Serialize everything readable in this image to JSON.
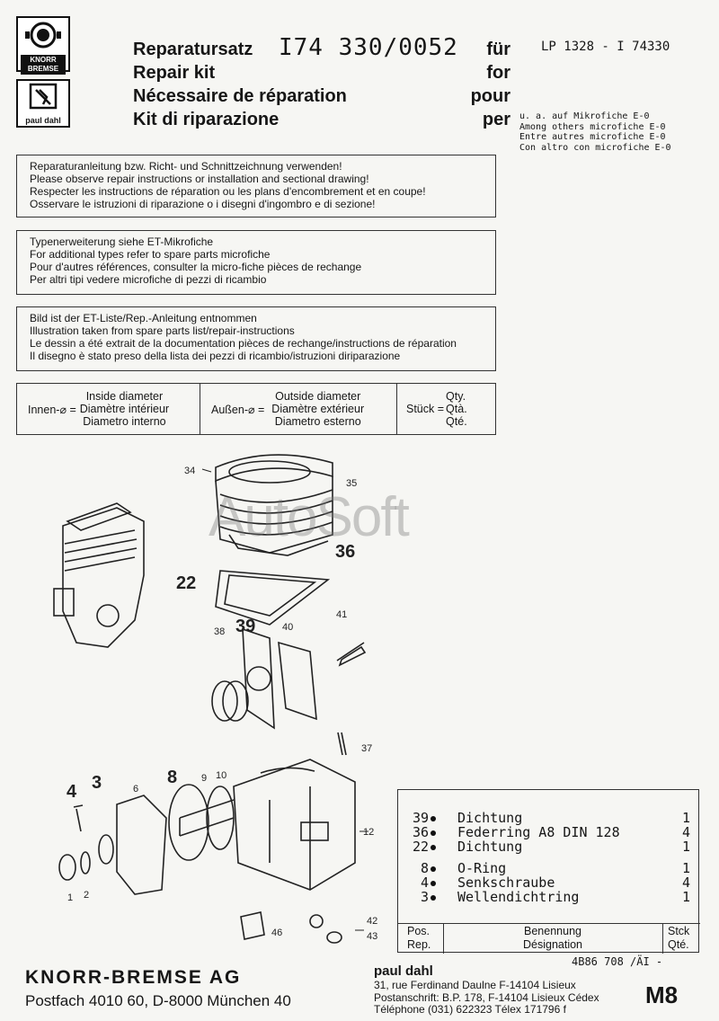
{
  "header": {
    "kit_number": "I74 330/0052",
    "ref": "LP 1328 - I 74330",
    "titles": [
      "Reparatursatz",
      "Repair kit",
      "Nécessaire de réparation",
      "Kit di riparazione"
    ],
    "for_words": [
      "für",
      "for",
      "pour",
      "per"
    ],
    "microfiche": [
      "u. a. auf Mikrofiche E-0",
      "Among others microfiche E-0",
      "Entre autres microfiche E-0",
      "Con altro con microfiche E-0"
    ],
    "logo_text": "KNORR BREMSE",
    "logo2_text": "paul dahl"
  },
  "instructions": {
    "box1": [
      "Reparaturanleitung bzw. Richt- und Schnittzeichnung verwenden!",
      "Please observe repair instructions or installation and sectional drawing!",
      "Respecter les instructions de réparation ou les plans d'encombrement et en coupe!",
      "Osservare le istruzioni di riparazione o i disegni d'ingombro e di sezione!"
    ],
    "box2": [
      "Typenerweiterung siehe ET-Mikrofiche",
      "For additional types refer to spare parts microfiche",
      "Pour d'autres références, consulter la micro-fiche pièces de rechange",
      "Per altri tipi vedere microfiche di pezzi di ricambio"
    ],
    "box3": [
      "Bild ist der ET-Liste/Rep.-Anleitung entnommen",
      "Illustration taken from spare parts list/repair-instructions",
      "Le dessin a été extrait de la documentation pièces de rechange/instructions de réparation",
      "Il disegno è stato preso della lista dei pezzi di ricambio/istruzioni diriparazione"
    ]
  },
  "legend": {
    "inner_prefix": "Innen-⌀ =",
    "inner": [
      "Inside diameter",
      "Diamètre intérieur",
      "Diametro interno"
    ],
    "outer_prefix": "Außen-⌀ =",
    "outer": [
      "Outside diameter",
      "Diamètre extérieur",
      "Diametro esterno"
    ],
    "qty_prefix": "Stück =",
    "qty": [
      "Qty.",
      "Qtà.",
      "Qté."
    ]
  },
  "watermark": "AutoSoft",
  "callouts": {
    "c34": "34",
    "c35": "35",
    "c36": "36",
    "c22": "22",
    "c39": "39",
    "c38": "38",
    "c40": "40",
    "c41": "41",
    "c37": "37",
    "c4": "4",
    "c3": "3",
    "c8": "8",
    "c6": "6",
    "c9": "9",
    "c10": "10",
    "c12": "12",
    "c1": "1",
    "c2": "2",
    "c46": "46",
    "c42": "42",
    "c43": "43"
  },
  "parts_table": {
    "rows": [
      {
        "pos": "39",
        "name": "Dichtung",
        "qty": "1"
      },
      {
        "pos": "36",
        "name": "Federring A8 DIN 128",
        "qty": "4"
      },
      {
        "pos": "22",
        "name": "Dichtung",
        "qty": "1"
      },
      {
        "pos": "8",
        "name": "O-Ring",
        "qty": "1"
      },
      {
        "pos": "4",
        "name": "Senkschraube",
        "qty": "4"
      },
      {
        "pos": "3",
        "name": "Wellendichtring",
        "qty": "1"
      }
    ],
    "footer_pos": [
      "Pos.",
      "Rep."
    ],
    "footer_name": [
      "Benennung",
      "Désignation"
    ],
    "footer_qty": [
      "Stck",
      "Qté."
    ],
    "doc_code": "4B86 708 /ÄI -"
  },
  "footer": {
    "company": "KNORR-BREMSE AG",
    "address": "Postfach 4010 60, D-8000 München 40",
    "dahl_name": "paul dahl",
    "dahl_lines": [
      "31, rue Ferdinand Daulne F-14104 Lisieux",
      "Postanschrift: B.P. 178, F-14104 Lisieux Cédex",
      "Téléphone (031) 622323 Télex 171796 f"
    ],
    "page_code": "M8"
  }
}
